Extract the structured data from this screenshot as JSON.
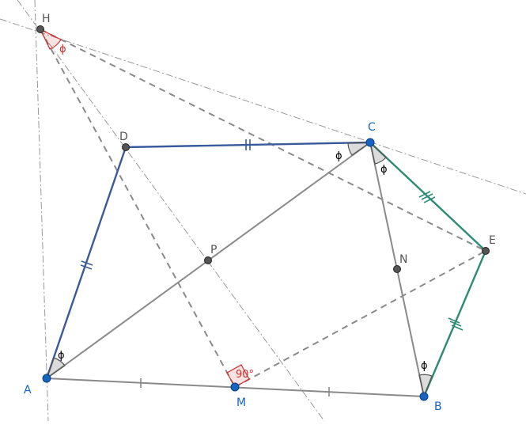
{
  "points": [
    {
      "id": "H",
      "label": "H",
      "color": "#555555"
    },
    {
      "id": "D",
      "label": "D",
      "color": "#555555"
    },
    {
      "id": "C",
      "label": "C",
      "color": "#1565C0"
    },
    {
      "id": "E",
      "label": "E",
      "color": "#555555"
    },
    {
      "id": "N",
      "label": "N",
      "color": "#555555"
    },
    {
      "id": "P",
      "label": "P",
      "color": "#555555"
    },
    {
      "id": "A",
      "label": "A",
      "color": "#1565C0"
    },
    {
      "id": "M",
      "label": "M",
      "color": "#1565C0"
    },
    {
      "id": "B",
      "label": "B",
      "color": "#1565C0"
    }
  ],
  "angles": {
    "phi": "ϕ",
    "right": "90°"
  },
  "colors": {
    "blue": "#3A5A9B",
    "green": "#2E8B73",
    "gray": "#888888",
    "red": "#D32F2F",
    "point_blue": "#1565C0",
    "point_gray": "#555555"
  }
}
